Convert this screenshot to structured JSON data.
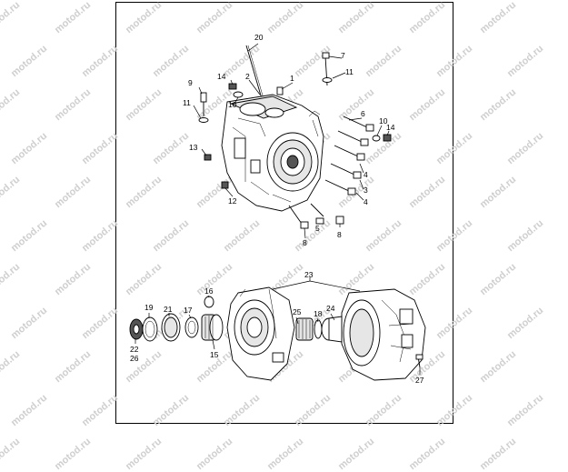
{
  "watermark_text": "motod.ru",
  "callouts": {
    "c1": "1",
    "c2": "2",
    "c3": "3",
    "c4a": "4",
    "c4b": "4",
    "c5": "5",
    "c6": "6",
    "c7": "7",
    "c8a": "8",
    "c8b": "8",
    "c9": "9",
    "c10a": "10",
    "c10b": "10",
    "c11a": "11",
    "c11b": "11",
    "c12": "12",
    "c13": "13",
    "c14a": "14",
    "c14b": "14",
    "c15": "15",
    "c16": "16",
    "c17": "17",
    "c18": "18",
    "c19": "19",
    "c20": "20",
    "c21": "21",
    "c22": "22",
    "c23": "23",
    "c24": "24",
    "c25": "25",
    "c26": "26",
    "c27": "27"
  }
}
